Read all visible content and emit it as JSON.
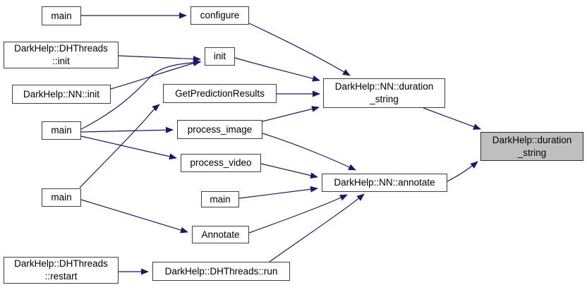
{
  "diagram": {
    "type": "call-graph",
    "subject": "DarkHelp::duration_string",
    "background": "#ffffff"
  },
  "colors": {
    "edge": "#191970",
    "node_border": "#3f3f3f",
    "node_fill": "#ffffff",
    "highlight_fill": "#bfbfbf",
    "text": "#000000"
  },
  "nodes": [
    {
      "id": "main-1",
      "label": "main",
      "highlighted": false
    },
    {
      "id": "configure",
      "label": "configure",
      "highlighted": false
    },
    {
      "id": "dhthreads-init",
      "label": "DarkHelp::DHThreads\n::init",
      "highlighted": false
    },
    {
      "id": "init",
      "label": "init",
      "highlighted": false
    },
    {
      "id": "nn-init",
      "label": "DarkHelp::NN::init",
      "highlighted": false
    },
    {
      "id": "getpredictionresults",
      "label": "GetPredictionResults",
      "highlighted": false
    },
    {
      "id": "main-2",
      "label": "main",
      "highlighted": false
    },
    {
      "id": "process-image",
      "label": "process_image",
      "highlighted": false
    },
    {
      "id": "process-video",
      "label": "process_video",
      "highlighted": false
    },
    {
      "id": "main-3",
      "label": "main",
      "highlighted": false
    },
    {
      "id": "main-4",
      "label": "main",
      "highlighted": false
    },
    {
      "id": "annotate-fn",
      "label": "Annotate",
      "highlighted": false
    },
    {
      "id": "dhthreads-restart",
      "label": "DarkHelp::DHThreads\n::restart",
      "highlighted": false
    },
    {
      "id": "dhthreads-run",
      "label": "DarkHelp::DHThreads::run",
      "highlighted": false
    },
    {
      "id": "nn-duration-string",
      "label": "DarkHelp::NN::duration\n_string",
      "highlighted": false
    },
    {
      "id": "nn-annotate",
      "label": "DarkHelp::NN::annotate",
      "highlighted": false
    },
    {
      "id": "duration-string",
      "label": "DarkHelp::duration\n_string",
      "highlighted": true
    }
  ],
  "edges": [
    {
      "from": "main-1",
      "to": "configure"
    },
    {
      "from": "dhthreads-init",
      "to": "init"
    },
    {
      "from": "nn-init",
      "to": "init"
    },
    {
      "from": "main-2",
      "to": "init"
    },
    {
      "from": "main-4",
      "to": "getpredictionresults"
    },
    {
      "from": "main-2",
      "to": "process-image"
    },
    {
      "from": "main-2",
      "to": "process-video"
    },
    {
      "from": "main-4",
      "to": "annotate-fn"
    },
    {
      "from": "dhthreads-restart",
      "to": "dhthreads-run"
    },
    {
      "from": "configure",
      "to": "nn-duration-string"
    },
    {
      "from": "init",
      "to": "nn-duration-string"
    },
    {
      "from": "getpredictionresults",
      "to": "nn-duration-string"
    },
    {
      "from": "process-image",
      "to": "nn-duration-string"
    },
    {
      "from": "process-image",
      "to": "nn-annotate"
    },
    {
      "from": "process-video",
      "to": "nn-annotate"
    },
    {
      "from": "main-3",
      "to": "nn-annotate"
    },
    {
      "from": "annotate-fn",
      "to": "nn-annotate"
    },
    {
      "from": "dhthreads-run",
      "to": "nn-annotate"
    },
    {
      "from": "nn-duration-string",
      "to": "duration-string"
    },
    {
      "from": "nn-annotate",
      "to": "duration-string"
    }
  ]
}
